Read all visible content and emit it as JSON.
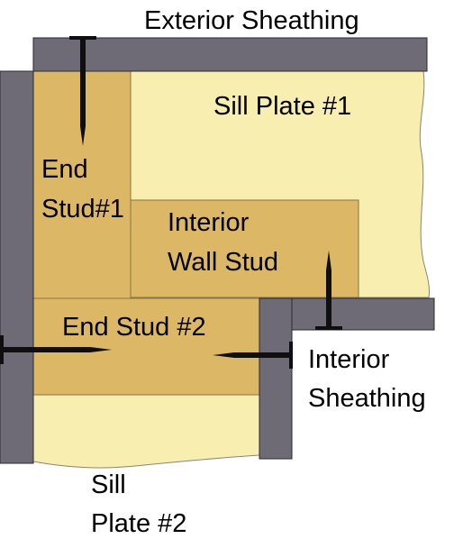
{
  "labels": {
    "exterior_sheathing": "Exterior Sheathing",
    "sill_plate_1": "Sill Plate #1",
    "end_stud_1_line1": "End",
    "end_stud_1_line2": "Stud#1",
    "interior_wall_stud_line1": "Interior",
    "interior_wall_stud_line2": "Wall Stud",
    "end_stud_2": "End Stud #2",
    "interior_sheathing_line1": "Interior",
    "interior_sheathing_line2": "Sheathing",
    "sill_plate_2_line1": "Sill",
    "sill_plate_2_line2": "Plate #2"
  },
  "colors": {
    "sheathing": "#6e6b76",
    "sheathing_stroke": "#2a2a30",
    "stud": "#dcb866",
    "stud_stroke": "#8a7440",
    "sill_plate": "#f8eeb0",
    "sill_plate_stroke": "#8c8570",
    "nail": "#0f0f0f",
    "text": "#000000"
  }
}
